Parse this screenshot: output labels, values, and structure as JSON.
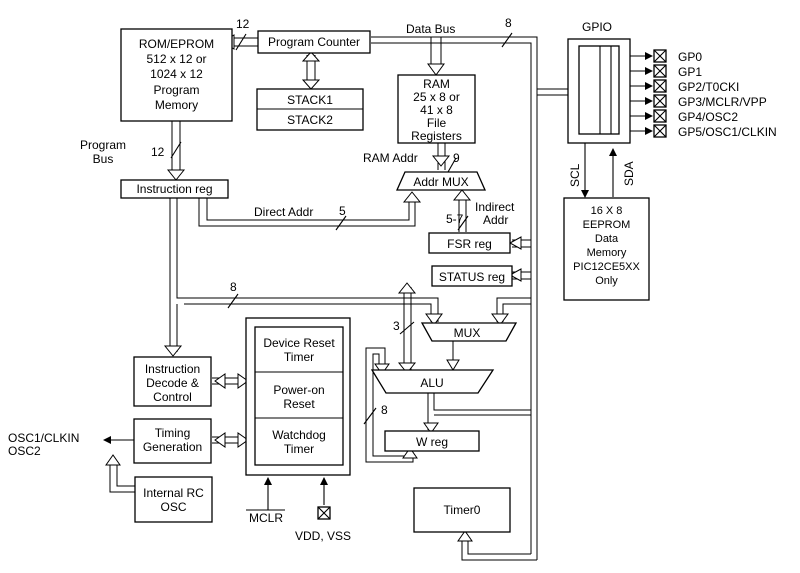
{
  "blocks": {
    "rom": [
      "ROM/EPROM",
      "512 x 12 or",
      "1024 x 12",
      "Program",
      "Memory"
    ],
    "program_counter": "Program Counter",
    "stack1": "STACK1",
    "stack2": "STACK2",
    "ram": [
      "RAM",
      "25 x 8 or",
      "41 x 8",
      "File",
      "Registers"
    ],
    "gpio": "GPIO",
    "eeprom": [
      "16 X 8",
      "EEPROM",
      "Data",
      "Memory",
      "PIC12CE5XX",
      "Only"
    ],
    "instruction_reg": "Instruction reg",
    "addr_mux": "Addr MUX",
    "fsr_reg": "FSR reg",
    "status_reg": "STATUS reg",
    "mux": "MUX",
    "alu": "ALU",
    "w_reg": "W reg",
    "instruction_decode": [
      "Instruction",
      "Decode &",
      "Control"
    ],
    "timing_generation": [
      "Timing",
      "Generation"
    ],
    "internal_rc": [
      "Internal RC",
      "OSC"
    ],
    "device_reset_timer": [
      "Device Reset",
      "Timer"
    ],
    "power_on_reset": [
      "Power-on",
      "Reset"
    ],
    "watchdog_timer": [
      "Watchdog",
      "Timer"
    ],
    "timer0": "Timer0"
  },
  "labels": {
    "data_bus": "Data Bus",
    "program_bus": [
      "Program",
      "Bus"
    ],
    "direct_addr": "Direct Addr",
    "ram_addr": "RAM Addr",
    "indirect_addr": [
      "Indirect",
      "Addr"
    ],
    "scl": "SCL",
    "sda": "SDA",
    "mclr": "MCLR",
    "vdd_vss": "VDD, VSS",
    "osc1_clkin": "OSC1/CLKIN",
    "osc2": "OSC2"
  },
  "bus_widths": {
    "rom_to_pc": "12",
    "data_bus": "8",
    "program_bus": "12",
    "ram_addr": "9",
    "direct_addr": "5",
    "indirect_addr": "5-7",
    "ireg_to_mux": "8",
    "status_to_alu": "3",
    "w_loop": "8"
  },
  "pins": [
    "GP0",
    "GP1",
    "GP2/T0CKI",
    "GP3/MCLR/VPP",
    "GP4/OSC2",
    "GP5/OSC1/CLKIN"
  ]
}
